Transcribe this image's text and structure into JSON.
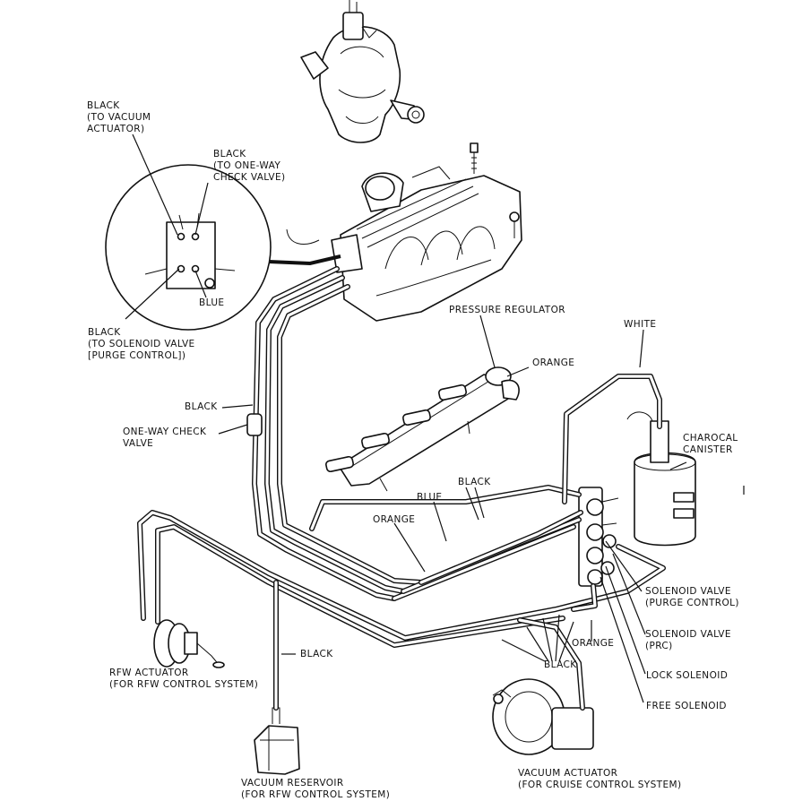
{
  "labels": {
    "black_vacuum_actuator": [
      "BLACK",
      "(TO VACUUM",
      "ACTUATOR)"
    ],
    "black_check_valve": [
      "BLACK",
      "(TO ONE-WAY",
      "CHECK VALVE)"
    ],
    "blue_inset": "BLUE",
    "black_solenoid_purge": [
      "BLACK",
      "(TO SOLENOID VALVE",
      "[PURGE CONTROL])"
    ],
    "pressure_regulator": "PRESSURE REGULATOR",
    "white": "WHITE",
    "orange_top": "ORANGE",
    "black_left": "BLACK",
    "one_way_check_valve": [
      "ONE-WAY CHECK",
      "VALVE"
    ],
    "charcoal_canister": [
      "CHAROCAL",
      "CANISTER"
    ],
    "black_mid": "BLACK",
    "blue_mid": "BLUE",
    "orange_mid": "ORANGE",
    "solenoid_purge": [
      "SOLENOID VALVE",
      "(PURGE CONTROL)"
    ],
    "solenoid_prc": [
      "SOLENOID VALVE",
      "(PRC)"
    ],
    "orange_low": "ORANGE",
    "black_low": "BLACK",
    "lock_solenoid": "LOCK SOLENOID",
    "free_solenoid": "FREE SOLENOID",
    "rfw_actuator": [
      "RFW ACTUATOR",
      "(FOR RFW CONTROL SYSTEM)"
    ],
    "black_reservoir": "BLACK",
    "vacuum_reservoir": [
      "VACUUM RESERVOIR",
      "(FOR RFW CONTROL SYSTEM)"
    ],
    "vacuum_actuator": [
      "VACUUM ACTUATOR",
      "(FOR CRUISE CONTROL SYSTEM)"
    ]
  }
}
